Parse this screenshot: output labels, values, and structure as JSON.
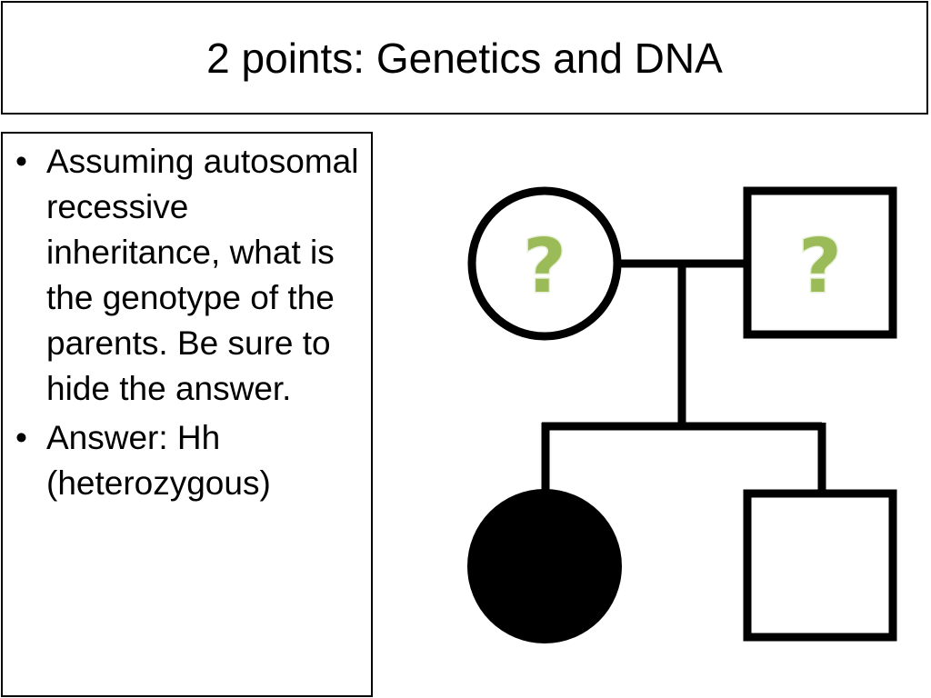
{
  "slide": {
    "title": "2 points: Genetics and DNA",
    "bullets": [
      "Assuming autosomal recessive inheritance, what is the genotype of the parents. Be sure to hide the answer.",
      "Answer: Hh (heterozygous)"
    ],
    "bullet_symbol": "•"
  },
  "pedigree": {
    "mother": {
      "shape": "circle",
      "label": "?",
      "affected": false
    },
    "father": {
      "shape": "square",
      "label": "?",
      "affected": false
    },
    "daughter": {
      "shape": "circle",
      "affected": true
    },
    "son": {
      "shape": "square",
      "affected": false
    }
  },
  "colors": {
    "question_mark": "#9bbb59",
    "line": "#000000"
  }
}
